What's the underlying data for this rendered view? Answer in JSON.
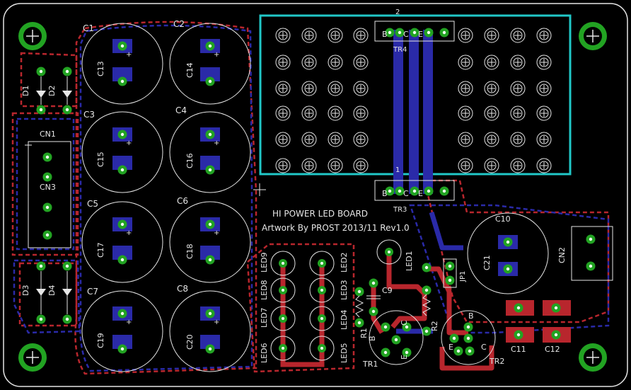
{
  "colors": {
    "background": "#000000",
    "outline": "#e6e6e6",
    "pad": "#22a322",
    "smd": "#2a2aa8",
    "top_trace": "#b8262d",
    "bottom_trace": "#2a2aa8",
    "heatsink": "#21c8c8"
  },
  "board": {
    "title": "HI POWER LED BOARD",
    "artwork": "Artwork By PROST 2013/11 Rev1.0"
  },
  "capacitors": {
    "big": [
      "C13",
      "C14",
      "C15",
      "C16",
      "C17",
      "C18",
      "C19",
      "C20"
    ],
    "tags": [
      "C1",
      "C2",
      "C3",
      "C4",
      "C5",
      "C6",
      "C7",
      "C8"
    ]
  },
  "diodes": [
    "D1",
    "D2",
    "D3",
    "D4"
  ],
  "connectors": {
    "cn1": "CN1",
    "cn2": "CN2",
    "cn3": "CN3"
  },
  "transistors": {
    "tr1": "TR1",
    "tr2": "TR2",
    "tr3": "TR3",
    "tr4": "TR4",
    "pin_b": "B",
    "pin_c": "C",
    "pin_e": "E",
    "pin_one": "1",
    "pin_two": "2"
  },
  "leds": [
    "LED1",
    "LED2",
    "LED3",
    "LED4",
    "LED5",
    "LED6",
    "LED7",
    "LED8",
    "LED9"
  ],
  "parts": {
    "c9": "C9",
    "c10": "C10",
    "c11": "C11",
    "c12": "C12",
    "c21": "C21",
    "r1": "R1",
    "r2": "R2",
    "jp1": "JP1"
  }
}
